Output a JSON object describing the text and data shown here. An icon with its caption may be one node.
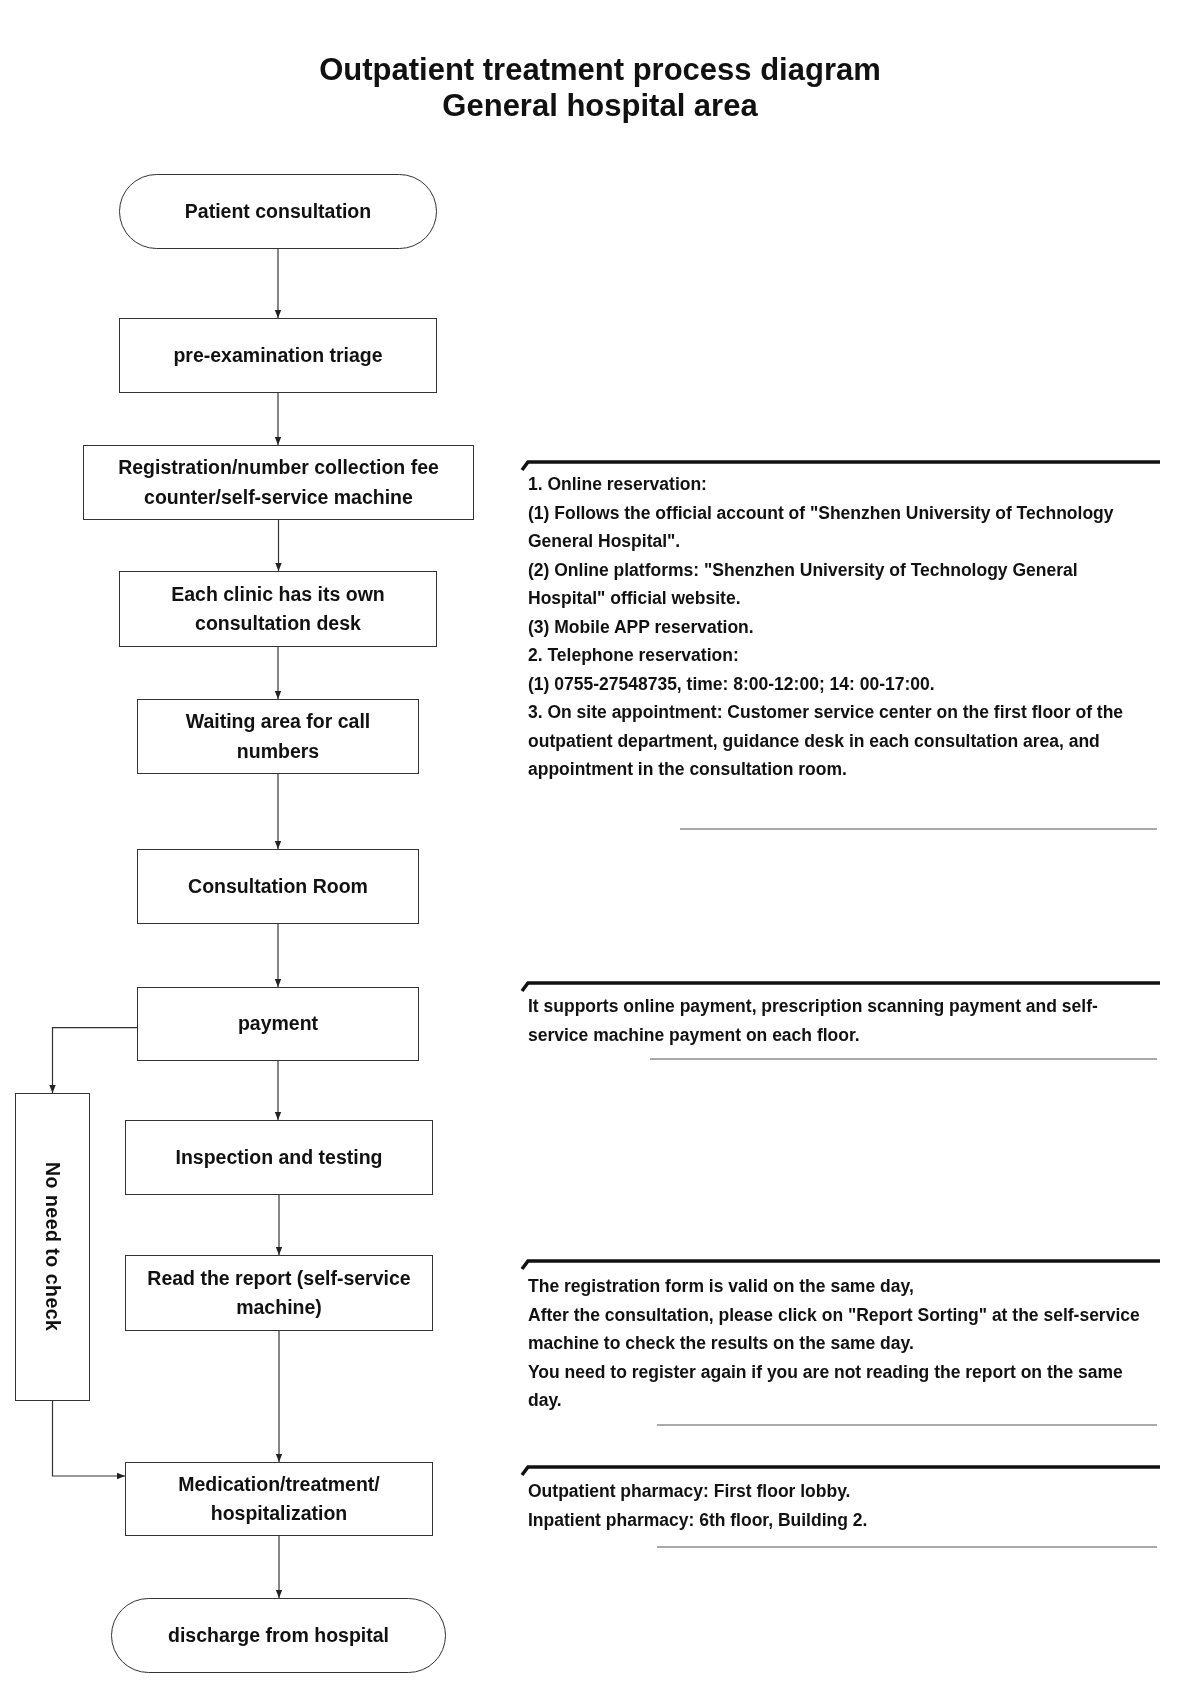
{
  "diagram": {
    "title": "Outpatient treatment process diagram",
    "nodes": [
      {
        "text": [
          "Patient consultation"
        ]
      },
      {
        "text": [
          "pre-examination triage"
        ]
      },
      {
        "text": [
          "Registration/number collection fee counter/self-service machine"
        ]
      },
      {
        "text": [
          "Each clinic has its own consultation desk"
        ]
      },
      {
        "text": [
          "Waiting area for call numbers"
        ]
      },
      {
        "text": [
          "Consultation Room"
        ]
      },
      {
        "text": [
          "payment"
        ]
      },
      {
        "text": [
          "No need to check"
        ]
      },
      {
        "text": [
          "Inspection and testing"
        ]
      },
      {
        "text": [
          "Read the report (self-service machine)"
        ]
      },
      {
        "text": [
          "Medication/treatment/ hospitalization"
        ]
      },
      {
        "text": [
          "discharge from hospital"
        ]
      }
    ],
    "edges": [
      {
        "from": 0,
        "to": 1,
        "arrow": "to"
      },
      {
        "from": 1,
        "to": 2,
        "arrow": "to"
      },
      {
        "from": 2,
        "to": 3,
        "arrow": "to"
      },
      {
        "from": 3,
        "to": 4,
        "arrow": "to"
      },
      {
        "from": 4,
        "to": 5,
        "arrow": "to"
      },
      {
        "from": 5,
        "to": 6,
        "arrow": "to"
      },
      {
        "from": 6,
        "to": 8,
        "arrow": "to"
      },
      {
        "from": 6,
        "to": 7,
        "arrow": "to"
      },
      {
        "from": 7,
        "to": 10,
        "arrow": "to"
      },
      {
        "from": 8,
        "to": 9,
        "arrow": "to"
      },
      {
        "from": 9,
        "to": 10,
        "arrow": "to"
      },
      {
        "from": 10,
        "to": 11,
        "arrow": "to"
      }
    ],
    "labels": [
      "General hospital area",
      "1. Online reservation:",
      "(1) Follows the official account of \"Shenzhen University of Technology General Hospital\".",
      "(2) Online platforms: \"Shenzhen University of Technology General Hospital\" official website.",
      "(3) Mobile APP reservation.",
      "2. Telephone reservation:",
      "(1) 0755-27548735, time: 8:00-12:00; 14: 00-17:00.",
      "3. On site appointment: Customer service center on the first floor of the outpatient department, guidance desk in each consultation area, and appointment in the consultation room.",
      "It supports online payment, prescription scanning payment and self-service machine payment on each floor.",
      "The registration form is valid on the same day,",
      "After the consultation, please click on \"Report Sorting\" at the self-service machine to check the results on the same day.",
      "You need to register again if you are not reading the report on the same day.",
      "Outpatient pharmacy: First floor lobby.",
      "Inpatient pharmacy: 6th floor, Building 2."
    ]
  }
}
